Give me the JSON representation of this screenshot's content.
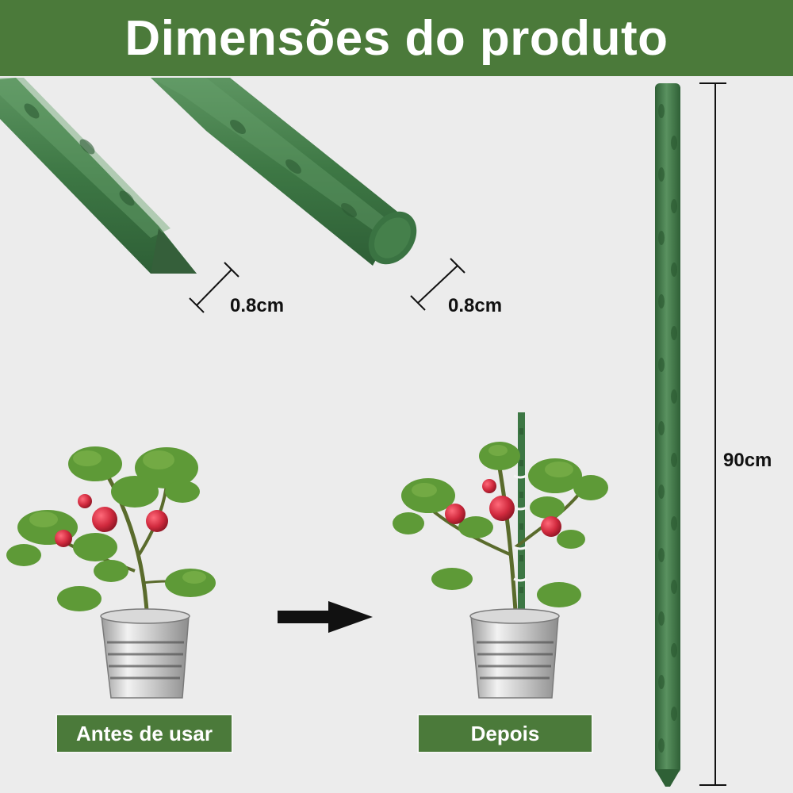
{
  "header": {
    "title": "Dimensões do produto"
  },
  "dimensions": {
    "diameter_pointed": "0.8cm",
    "diameter_flat": "0.8cm",
    "length": "90cm"
  },
  "labels": {
    "before": "Antes de usar",
    "after": "Depois"
  },
  "colors": {
    "brand_green": "#4b7a3a",
    "stake_green": "#3f7a45",
    "background": "#ececec",
    "tomato_red": "#d12a3e"
  },
  "icons": [
    "stake-pointed-end",
    "stake-flat-end",
    "arrow-right-icon",
    "tomato-plant",
    "metal-pot"
  ]
}
